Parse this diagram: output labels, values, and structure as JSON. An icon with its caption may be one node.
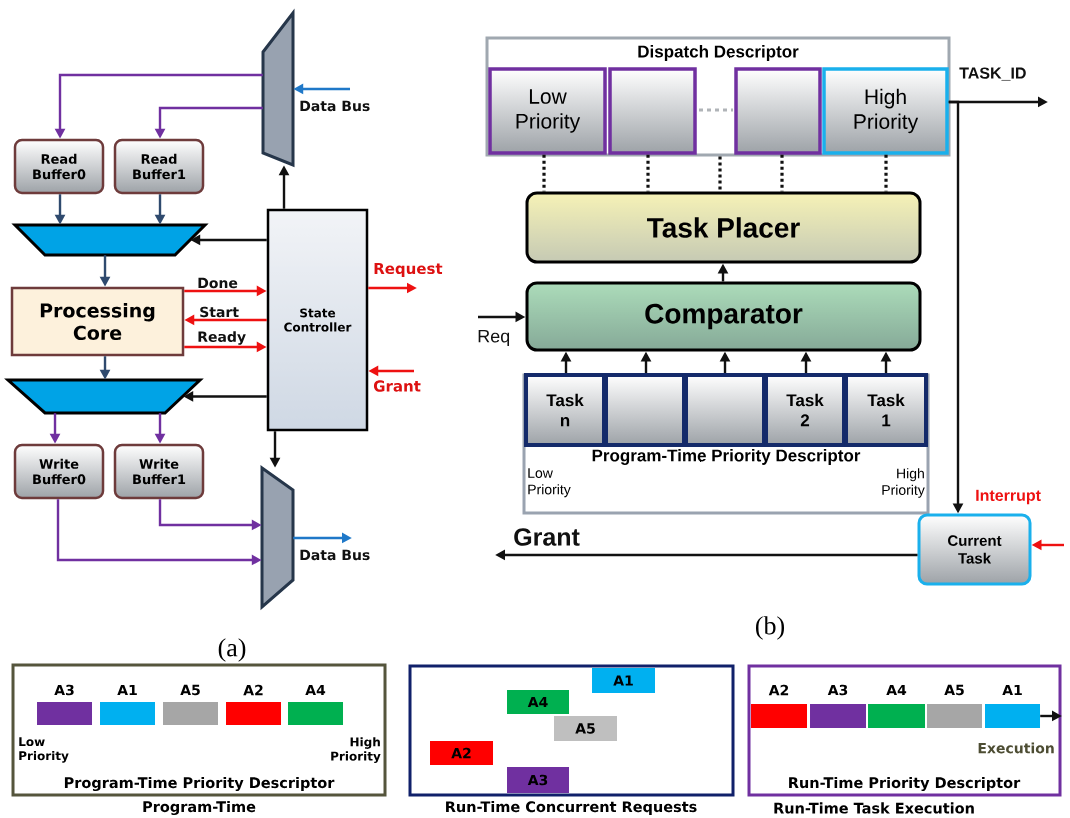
{
  "diagram": {
    "nodes": [
      {
        "text": [],
        "shape": "trapezoid"
      },
      {
        "text": [
          "Read Buffer0"
        ]
      },
      {
        "text": [
          "Read Buffer1"
        ]
      },
      {
        "text": [],
        "shape": "trapezoid"
      },
      {
        "text": [
          "Processing Core"
        ]
      },
      {
        "text": [
          "State Controller"
        ]
      },
      {
        "text": [],
        "shape": "trapezoid"
      },
      {
        "text": [
          "Write Buffer0"
        ]
      },
      {
        "text": [
          "Write Buffer1"
        ]
      },
      {
        "text": [],
        "shape": "trapezoid"
      },
      {
        "text": [
          "Dispatch Descriptor"
        ]
      },
      {
        "text": [
          "Low Priority"
        ],
        "in": 10
      },
      {
        "text": [],
        "shape": "box",
        "in": 10
      },
      {
        "text": [],
        "shape": "box",
        "in": 10
      },
      {
        "text": [
          "High Priority"
        ],
        "in": 10
      },
      {
        "text": [
          "Task Placer"
        ]
      },
      {
        "text": [
          "Comparator"
        ]
      },
      {
        "text": [
          "Program-Time Priority Descriptor",
          "Low Priority",
          "High Priority"
        ]
      },
      {
        "text": [
          "Task n"
        ],
        "in": 17
      },
      {
        "text": [],
        "shape": "box",
        "in": 17
      },
      {
        "text": [],
        "shape": "box",
        "in": 17
      },
      {
        "text": [
          "Task 2"
        ],
        "in": 17
      },
      {
        "text": [
          "Task 1"
        ],
        "in": 17
      },
      {
        "text": [
          "Current Task"
        ]
      },
      {
        "text": [
          "Low Priority",
          "High Priority",
          "Program-Time Priority Descriptor",
          "Program-Time"
        ]
      },
      {
        "text": [
          "A3"
        ],
        "in": 24
      },
      {
        "text": [
          "A1"
        ],
        "in": 24
      },
      {
        "text": [
          "A5"
        ],
        "in": 24
      },
      {
        "text": [
          "A2"
        ],
        "in": 24
      },
      {
        "text": [
          "A4"
        ],
        "in": 24
      },
      {
        "text": [
          "Run-Time Concurrent Requests"
        ]
      },
      {
        "text": [
          "A1"
        ],
        "in": 30
      },
      {
        "text": [
          "A4"
        ],
        "in": 30
      },
      {
        "text": [
          "A5"
        ],
        "in": 30
      },
      {
        "text": [
          "A2"
        ],
        "in": 30
      },
      {
        "text": [
          "A3"
        ],
        "in": 30
      },
      {
        "text": [
          "Run-Time Priority Descriptor",
          "Run-Time Task Execution"
        ]
      },
      {
        "text": [
          "A2"
        ],
        "in": 36
      },
      {
        "text": [
          "A3"
        ],
        "in": 36
      },
      {
        "text": [
          "A4"
        ],
        "in": 36
      },
      {
        "text": [
          "A5"
        ],
        "in": 36
      },
      {
        "text": [
          "A1"
        ],
        "in": 36
      }
    ],
    "edges": [
      {
        "from": 0,
        "to": 1,
        "arrow": "to",
        "color": "#7030a0"
      },
      {
        "from": 0,
        "to": 2,
        "arrow": "to",
        "color": "#7030a0"
      },
      {
        "from": 1,
        "to": 3,
        "arrow": "to",
        "color": "#2f4a6e"
      },
      {
        "from": 2,
        "to": 3,
        "arrow": "to",
        "color": "#2f4a6e"
      },
      {
        "from": 5,
        "to": 3,
        "arrow": "to"
      },
      {
        "from": 3,
        "to": 4,
        "arrow": "to",
        "color": "#2f4a6e"
      },
      {
        "from": 4,
        "to": 5,
        "arrow": "to",
        "label": "Done",
        "color": "#ee1111"
      },
      {
        "from": 5,
        "to": 4,
        "arrow": "to",
        "label": "Start",
        "color": "#ee1111"
      },
      {
        "from": 4,
        "to": 5,
        "arrow": "to",
        "label": "Ready",
        "color": "#ee1111"
      },
      {
        "from": 5,
        "to": 0,
        "arrow": "to"
      },
      {
        "from": 5,
        "to": 6,
        "arrow": "to"
      },
      {
        "from": 4,
        "to": 6,
        "arrow": "to",
        "color": "#2f4a6e"
      },
      {
        "from": 6,
        "to": 7,
        "arrow": "to",
        "color": "#7030a0"
      },
      {
        "from": 6,
        "to": 8,
        "arrow": "to",
        "color": "#7030a0"
      },
      {
        "from": 7,
        "to": 9,
        "arrow": "to",
        "color": "#7030a0"
      },
      {
        "from": 8,
        "to": 9,
        "arrow": "to",
        "color": "#7030a0"
      },
      {
        "from": 5,
        "to": 9,
        "arrow": "to"
      },
      {
        "from": null,
        "to": 0,
        "arrow": "to",
        "label": "Data Bus",
        "color": "#1f78c8"
      },
      {
        "from": 9,
        "to": null,
        "arrow": "to",
        "label": "Data Bus",
        "color": "#1f78c8"
      },
      {
        "from": 5,
        "to": null,
        "arrow": "to",
        "label": "Request",
        "color": "#ee1111"
      },
      {
        "from": null,
        "to": 5,
        "arrow": "to",
        "label": "Grant",
        "color": "#ee1111"
      },
      {
        "from": 11,
        "to": 15,
        "arrow": "none",
        "style": "dashed"
      },
      {
        "from": 12,
        "to": 15,
        "arrow": "none",
        "style": "dashed"
      },
      {
        "from": 10,
        "to": 15,
        "arrow": "none",
        "style": "dashed"
      },
      {
        "from": 13,
        "to": 15,
        "arrow": "none",
        "style": "dashed"
      },
      {
        "from": 14,
        "to": 15,
        "arrow": "none",
        "style": "dashed"
      },
      {
        "from": 16,
        "to": 15,
        "arrow": "to"
      },
      {
        "from": 18,
        "to": 16,
        "arrow": "to"
      },
      {
        "from": 19,
        "to": 16,
        "arrow": "to"
      },
      {
        "from": 20,
        "to": 16,
        "arrow": "to"
      },
      {
        "from": 21,
        "to": 16,
        "arrow": "to"
      },
      {
        "from": 22,
        "to": 16,
        "arrow": "to"
      },
      {
        "from": null,
        "to": 16,
        "arrow": "to",
        "label": "Req"
      },
      {
        "from": 14,
        "to": null,
        "arrow": "to",
        "label": "TASK_ID"
      },
      {
        "from": 14,
        "to": 23,
        "arrow": "to"
      },
      {
        "from": null,
        "to": 23,
        "arrow": "to",
        "label": "Interrupt",
        "color": "#ee1111"
      },
      {
        "from": 23,
        "to": null,
        "arrow": "to",
        "label": "Grant"
      },
      {
        "from": 41,
        "to": null,
        "arrow": "to",
        "label": "Execution"
      }
    ],
    "labels": [
      "(a)",
      "(b)"
    ]
  }
}
